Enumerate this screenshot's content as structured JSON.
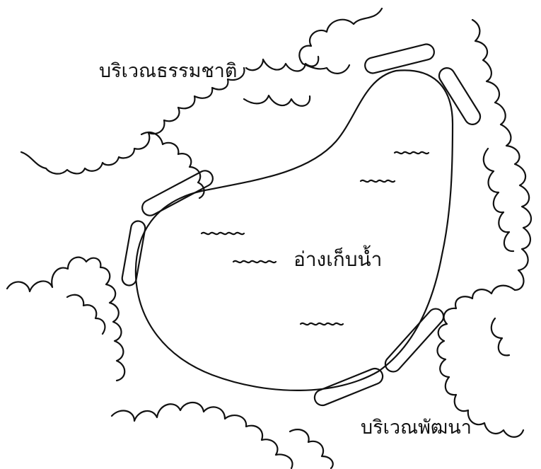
{
  "labels": {
    "natural_area": "บริเวณธรรมชาติ",
    "reservoir": "อ่างเก็บน้ำ",
    "development_area": "บริเวณพัฒนา"
  },
  "colors": {
    "ink": "#111111",
    "background": "#ffffff"
  }
}
